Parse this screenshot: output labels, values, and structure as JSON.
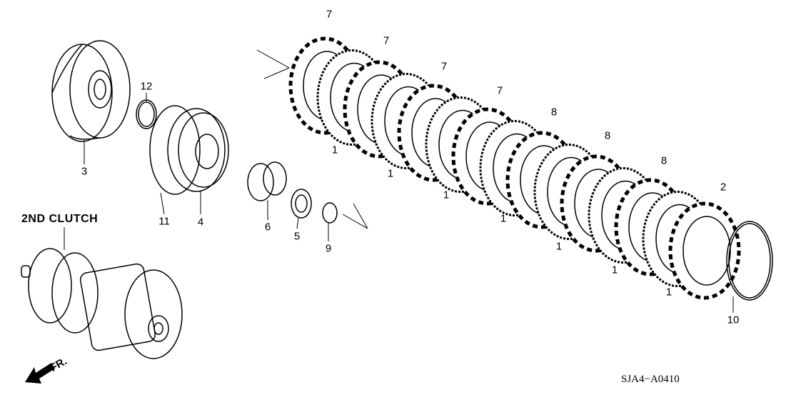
{
  "diagram": {
    "title": "2ND CLUTCH",
    "front_marker": "FR.",
    "diagram_code": "SJA4−A0410",
    "callouts": [
      {
        "id": "c7a",
        "text": "7"
      },
      {
        "id": "c7b",
        "text": "7"
      },
      {
        "id": "c7c",
        "text": "7"
      },
      {
        "id": "c7d",
        "text": "7"
      },
      {
        "id": "c8a",
        "text": "8"
      },
      {
        "id": "c8b",
        "text": "8"
      },
      {
        "id": "c8c",
        "text": "8"
      },
      {
        "id": "c1a",
        "text": "1"
      },
      {
        "id": "c1b",
        "text": "1"
      },
      {
        "id": "c1c",
        "text": "1"
      },
      {
        "id": "c1d",
        "text": "1"
      },
      {
        "id": "c1e",
        "text": "1"
      },
      {
        "id": "c1f",
        "text": "1"
      },
      {
        "id": "c1g",
        "text": "1"
      },
      {
        "id": "c2",
        "text": "2"
      },
      {
        "id": "c10",
        "text": "10"
      },
      {
        "id": "c12",
        "text": "12"
      },
      {
        "id": "c3",
        "text": "3"
      },
      {
        "id": "c11",
        "text": "11"
      },
      {
        "id": "c4",
        "text": "4"
      },
      {
        "id": "c6",
        "text": "6"
      },
      {
        "id": "c5",
        "text": "5"
      },
      {
        "id": "c9",
        "text": "9"
      }
    ]
  }
}
